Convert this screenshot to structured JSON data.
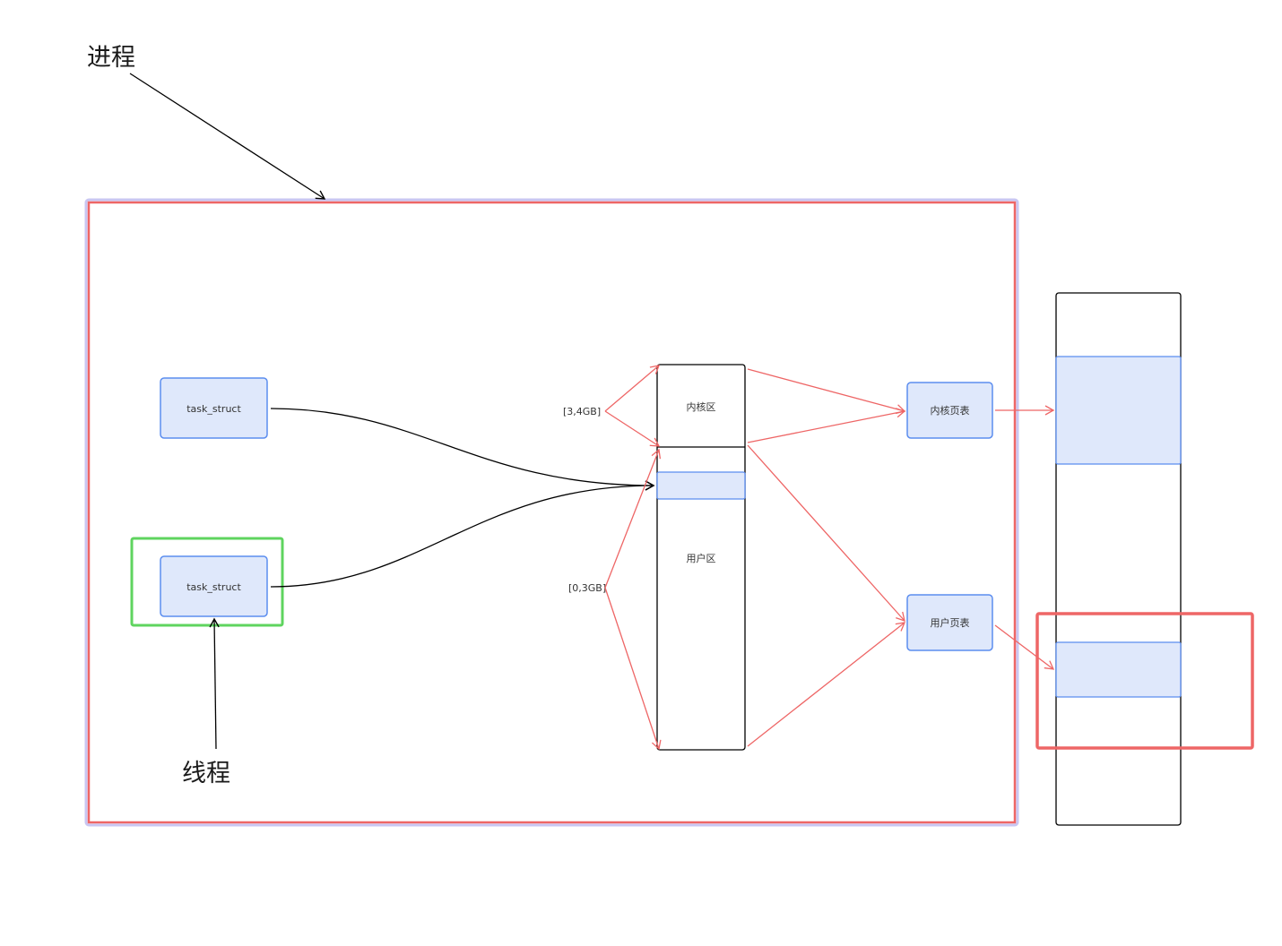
{
  "labels": {
    "process": "进程",
    "thread": "线程",
    "task_struct_1": "task_struct",
    "task_struct_2": "task_struct",
    "kernel_range": "[3,4GB]",
    "user_range": "[0,3GB]",
    "kernel_area": "内核区",
    "user_area": "用户区",
    "kernel_page_table": "内核页表",
    "user_page_table": "用户页表"
  },
  "colors": {
    "node_fill": "#dfe8fb",
    "node_stroke": "#5b8def",
    "process_frame": "#ee6666",
    "process_frame_outer": "#c9c6f2",
    "thread_frame": "#5fd45f",
    "red_arrow": "#ee6666",
    "black_line": "#000000"
  }
}
